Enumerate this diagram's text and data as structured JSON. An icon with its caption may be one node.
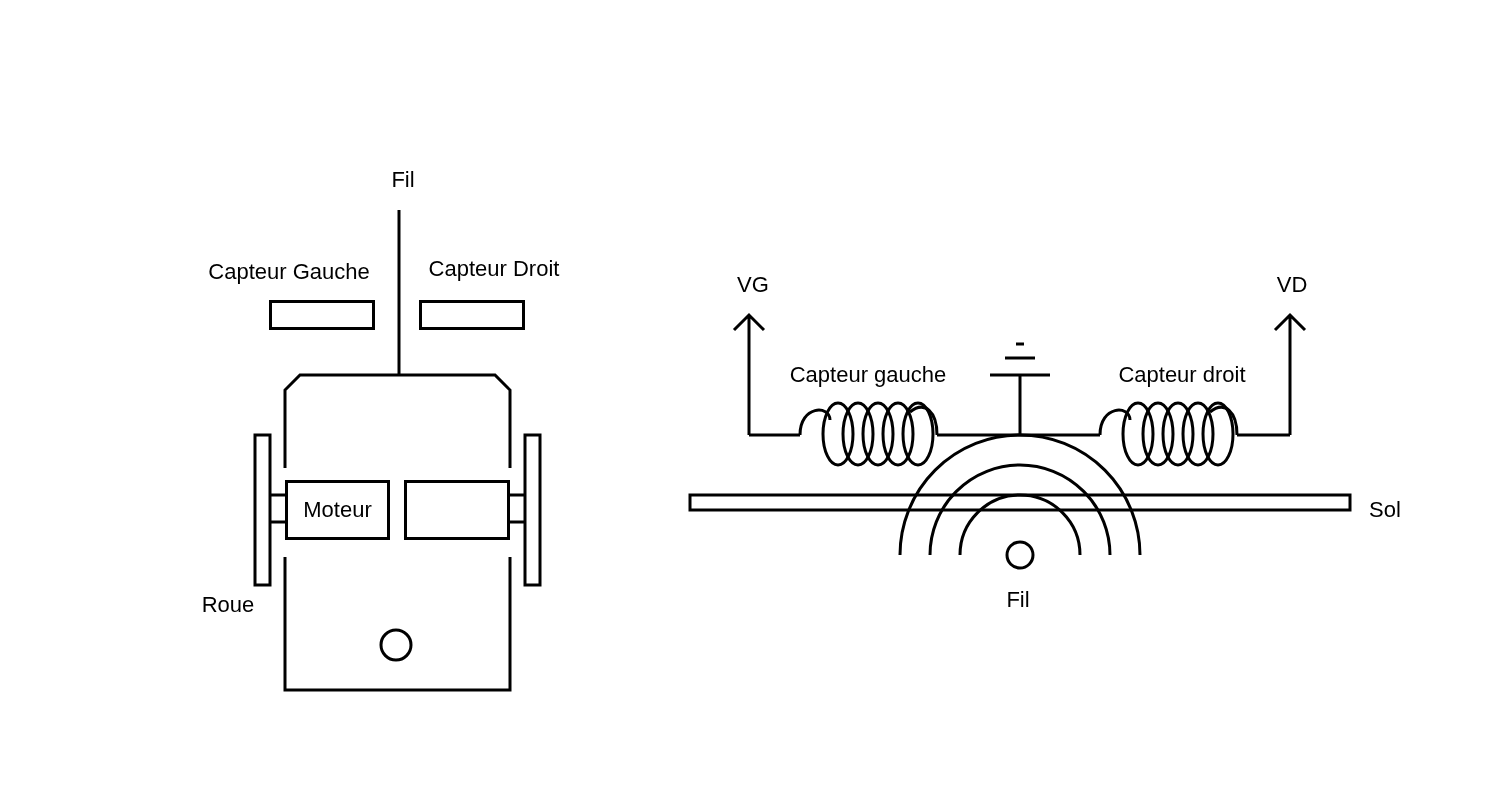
{
  "diagram": {
    "nodes": [
      {
        "text": [
          "Capteur Gauche"
        ]
      },
      {
        "text": [
          "Capteur Droit"
        ]
      },
      {
        "text": [
          "Moteur"
        ]
      },
      {
        "text": [],
        "shape": "box"
      }
    ],
    "labels": [
      "Fil",
      "VG",
      "VD",
      "Capteur gauche",
      "Capteur droit",
      "Sol",
      "Roue",
      "Fil"
    ]
  }
}
